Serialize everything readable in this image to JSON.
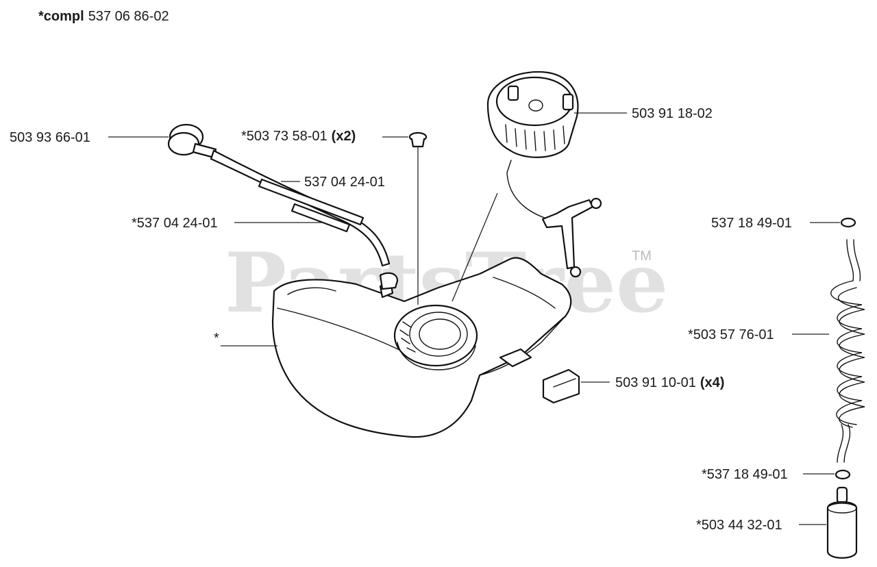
{
  "header": {
    "title_prefix": "*compl",
    "title_number": "537 06 86-02"
  },
  "watermark": {
    "text": "PartsTree",
    "tm": "TM"
  },
  "callouts": {
    "c1": {
      "number": "503 93 66-01"
    },
    "c2": {
      "number": "*503 73 58-01",
      "qty": "(x2)"
    },
    "c3": {
      "number": "503 91 18-02"
    },
    "c4": {
      "number": "537 04 24-01"
    },
    "c5": {
      "number": "*537 04 24-01"
    },
    "c6": {
      "number": "537 18 49-01"
    },
    "c7": {
      "number": "*"
    },
    "c8": {
      "number": "*503 57 76-01"
    },
    "c9": {
      "number": "503 91 10-01",
      "qty": "(x4)"
    },
    "c10": {
      "number": "*537 18 49-01"
    },
    "c11": {
      "number": "*503 44 32-01"
    }
  }
}
